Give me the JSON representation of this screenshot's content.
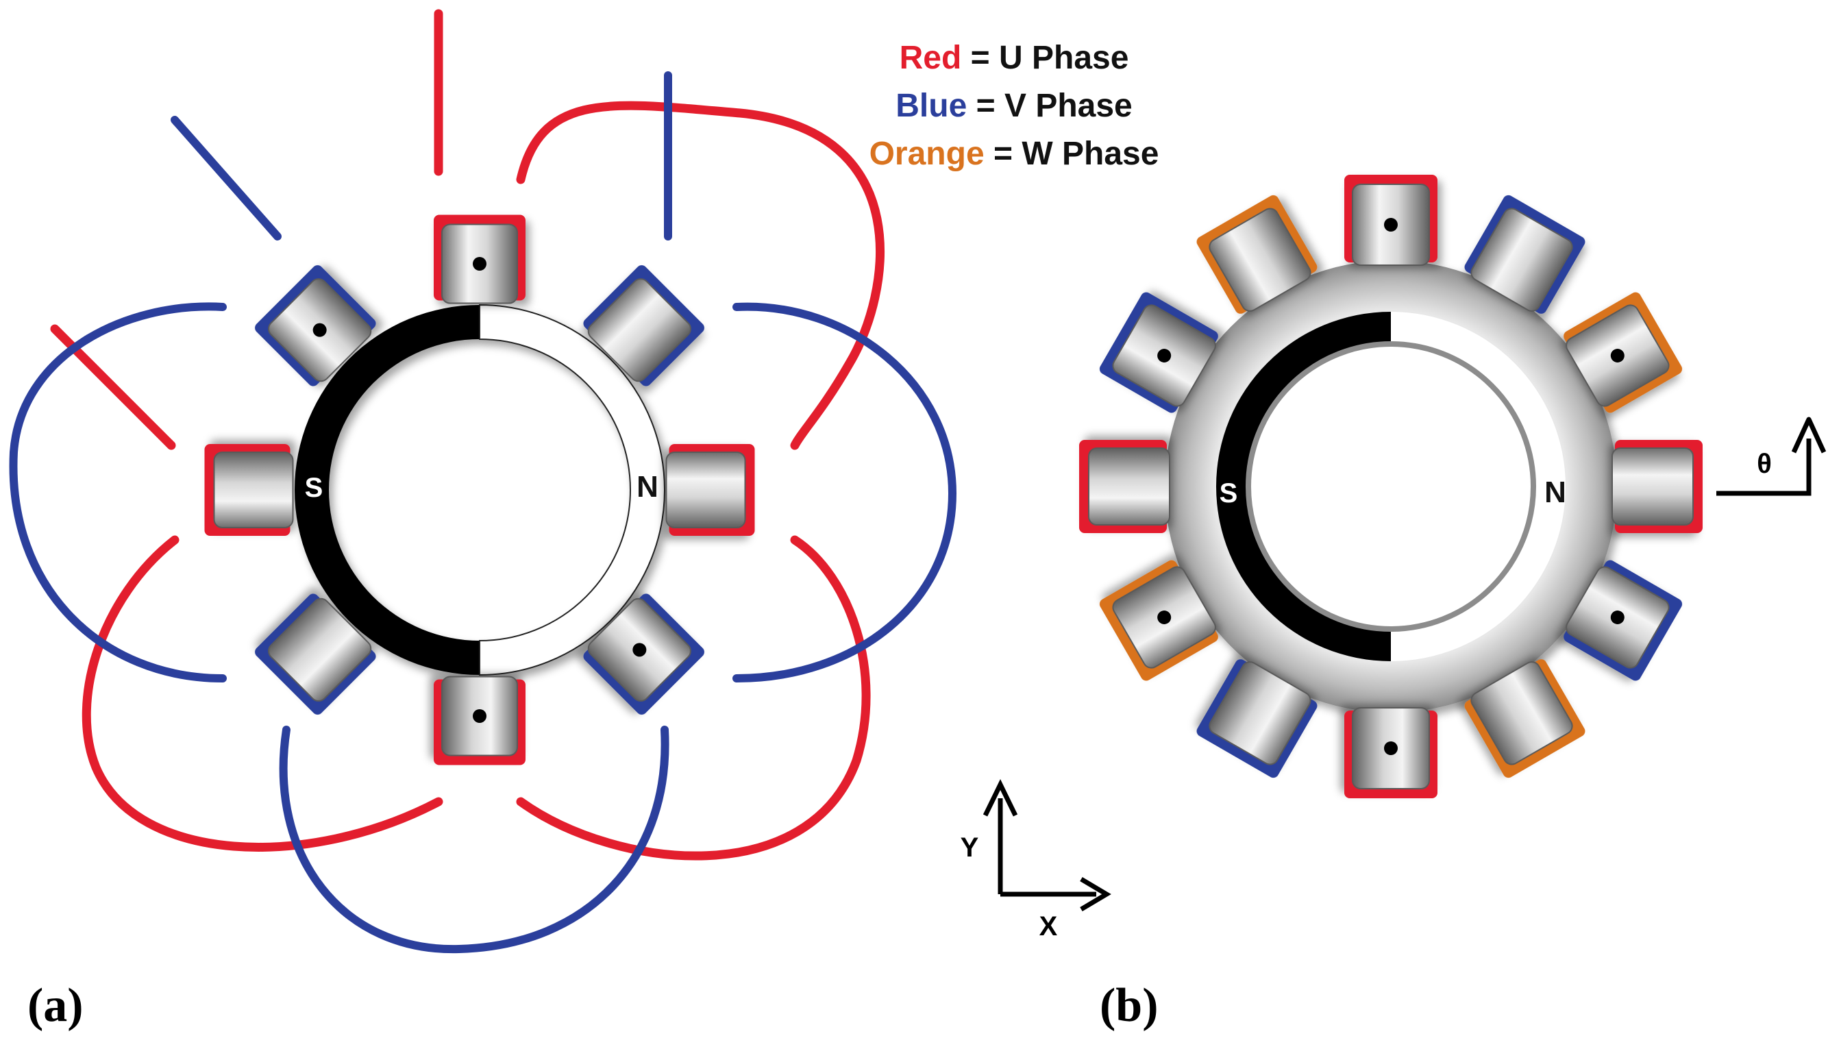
{
  "legend": {
    "rows": [
      {
        "color_word": "Red",
        "rest": " = U Phase",
        "color": "#e31e2d"
      },
      {
        "color_word": "Blue",
        "rest": " = V Phase",
        "color": "#2b3f9c"
      },
      {
        "color_word": "Orange",
        "rest": " = W Phase",
        "color": "#d9731f"
      }
    ]
  },
  "colors": {
    "u_phase": "#e31e2d",
    "v_phase": "#2b3f9c",
    "w_phase": "#d9731f",
    "magnet_south": "#000000",
    "magnet_north": "#ffffff",
    "core": "#b8b8b8"
  },
  "figure_a": {
    "panel_label": "(a)",
    "rotor": {
      "south_label": "S",
      "north_label": "N"
    },
    "teeth": [
      {
        "phase": "u",
        "dot": true
      },
      {
        "phase": "v",
        "dot": false
      },
      {
        "phase": "u",
        "dot": false
      },
      {
        "phase": "v",
        "dot": true
      },
      {
        "phase": "u",
        "dot": true
      },
      {
        "phase": "v",
        "dot": false
      },
      {
        "phase": "u",
        "dot": false
      },
      {
        "phase": "v",
        "dot": true
      }
    ]
  },
  "figure_b": {
    "panel_label": "(b)",
    "rotor": {
      "south_label": "S",
      "north_label": "N"
    },
    "teeth": [
      {
        "phase": "u",
        "dot": true
      },
      {
        "phase": "v",
        "dot": false
      },
      {
        "phase": "w",
        "dot": true
      },
      {
        "phase": "u",
        "dot": false
      },
      {
        "phase": "v",
        "dot": true
      },
      {
        "phase": "w",
        "dot": false
      },
      {
        "phase": "u",
        "dot": true
      },
      {
        "phase": "v",
        "dot": false
      },
      {
        "phase": "w",
        "dot": true
      },
      {
        "phase": "u",
        "dot": false
      },
      {
        "phase": "v",
        "dot": true
      },
      {
        "phase": "w",
        "dot": false
      }
    ],
    "theta_label": "θ"
  },
  "axes": {
    "y_label": "Y",
    "x_label": "X"
  }
}
